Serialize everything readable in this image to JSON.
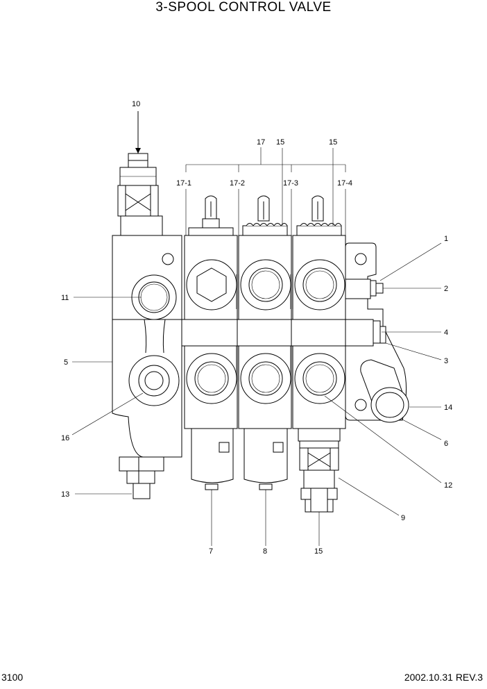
{
  "header": {
    "title": "3-SPOOL CONTROL VALVE"
  },
  "footer": {
    "page": "3100",
    "revision": "2002.10.31 REV.3"
  },
  "callouts": {
    "c10": "10",
    "c17": "17",
    "c15a": "15",
    "c15b": "15",
    "c17_1": "17-1",
    "c17_2": "17-2",
    "c17_3": "17-3",
    "c17_4": "17-4",
    "c1": "1",
    "c2": "2",
    "c4": "4",
    "c3": "3",
    "c14": "14",
    "c6": "6",
    "c12": "12",
    "c9": "9",
    "c11": "11",
    "c5": "5",
    "c16": "16",
    "c13": "13",
    "c7": "7",
    "c8": "8",
    "c15c": "15"
  }
}
